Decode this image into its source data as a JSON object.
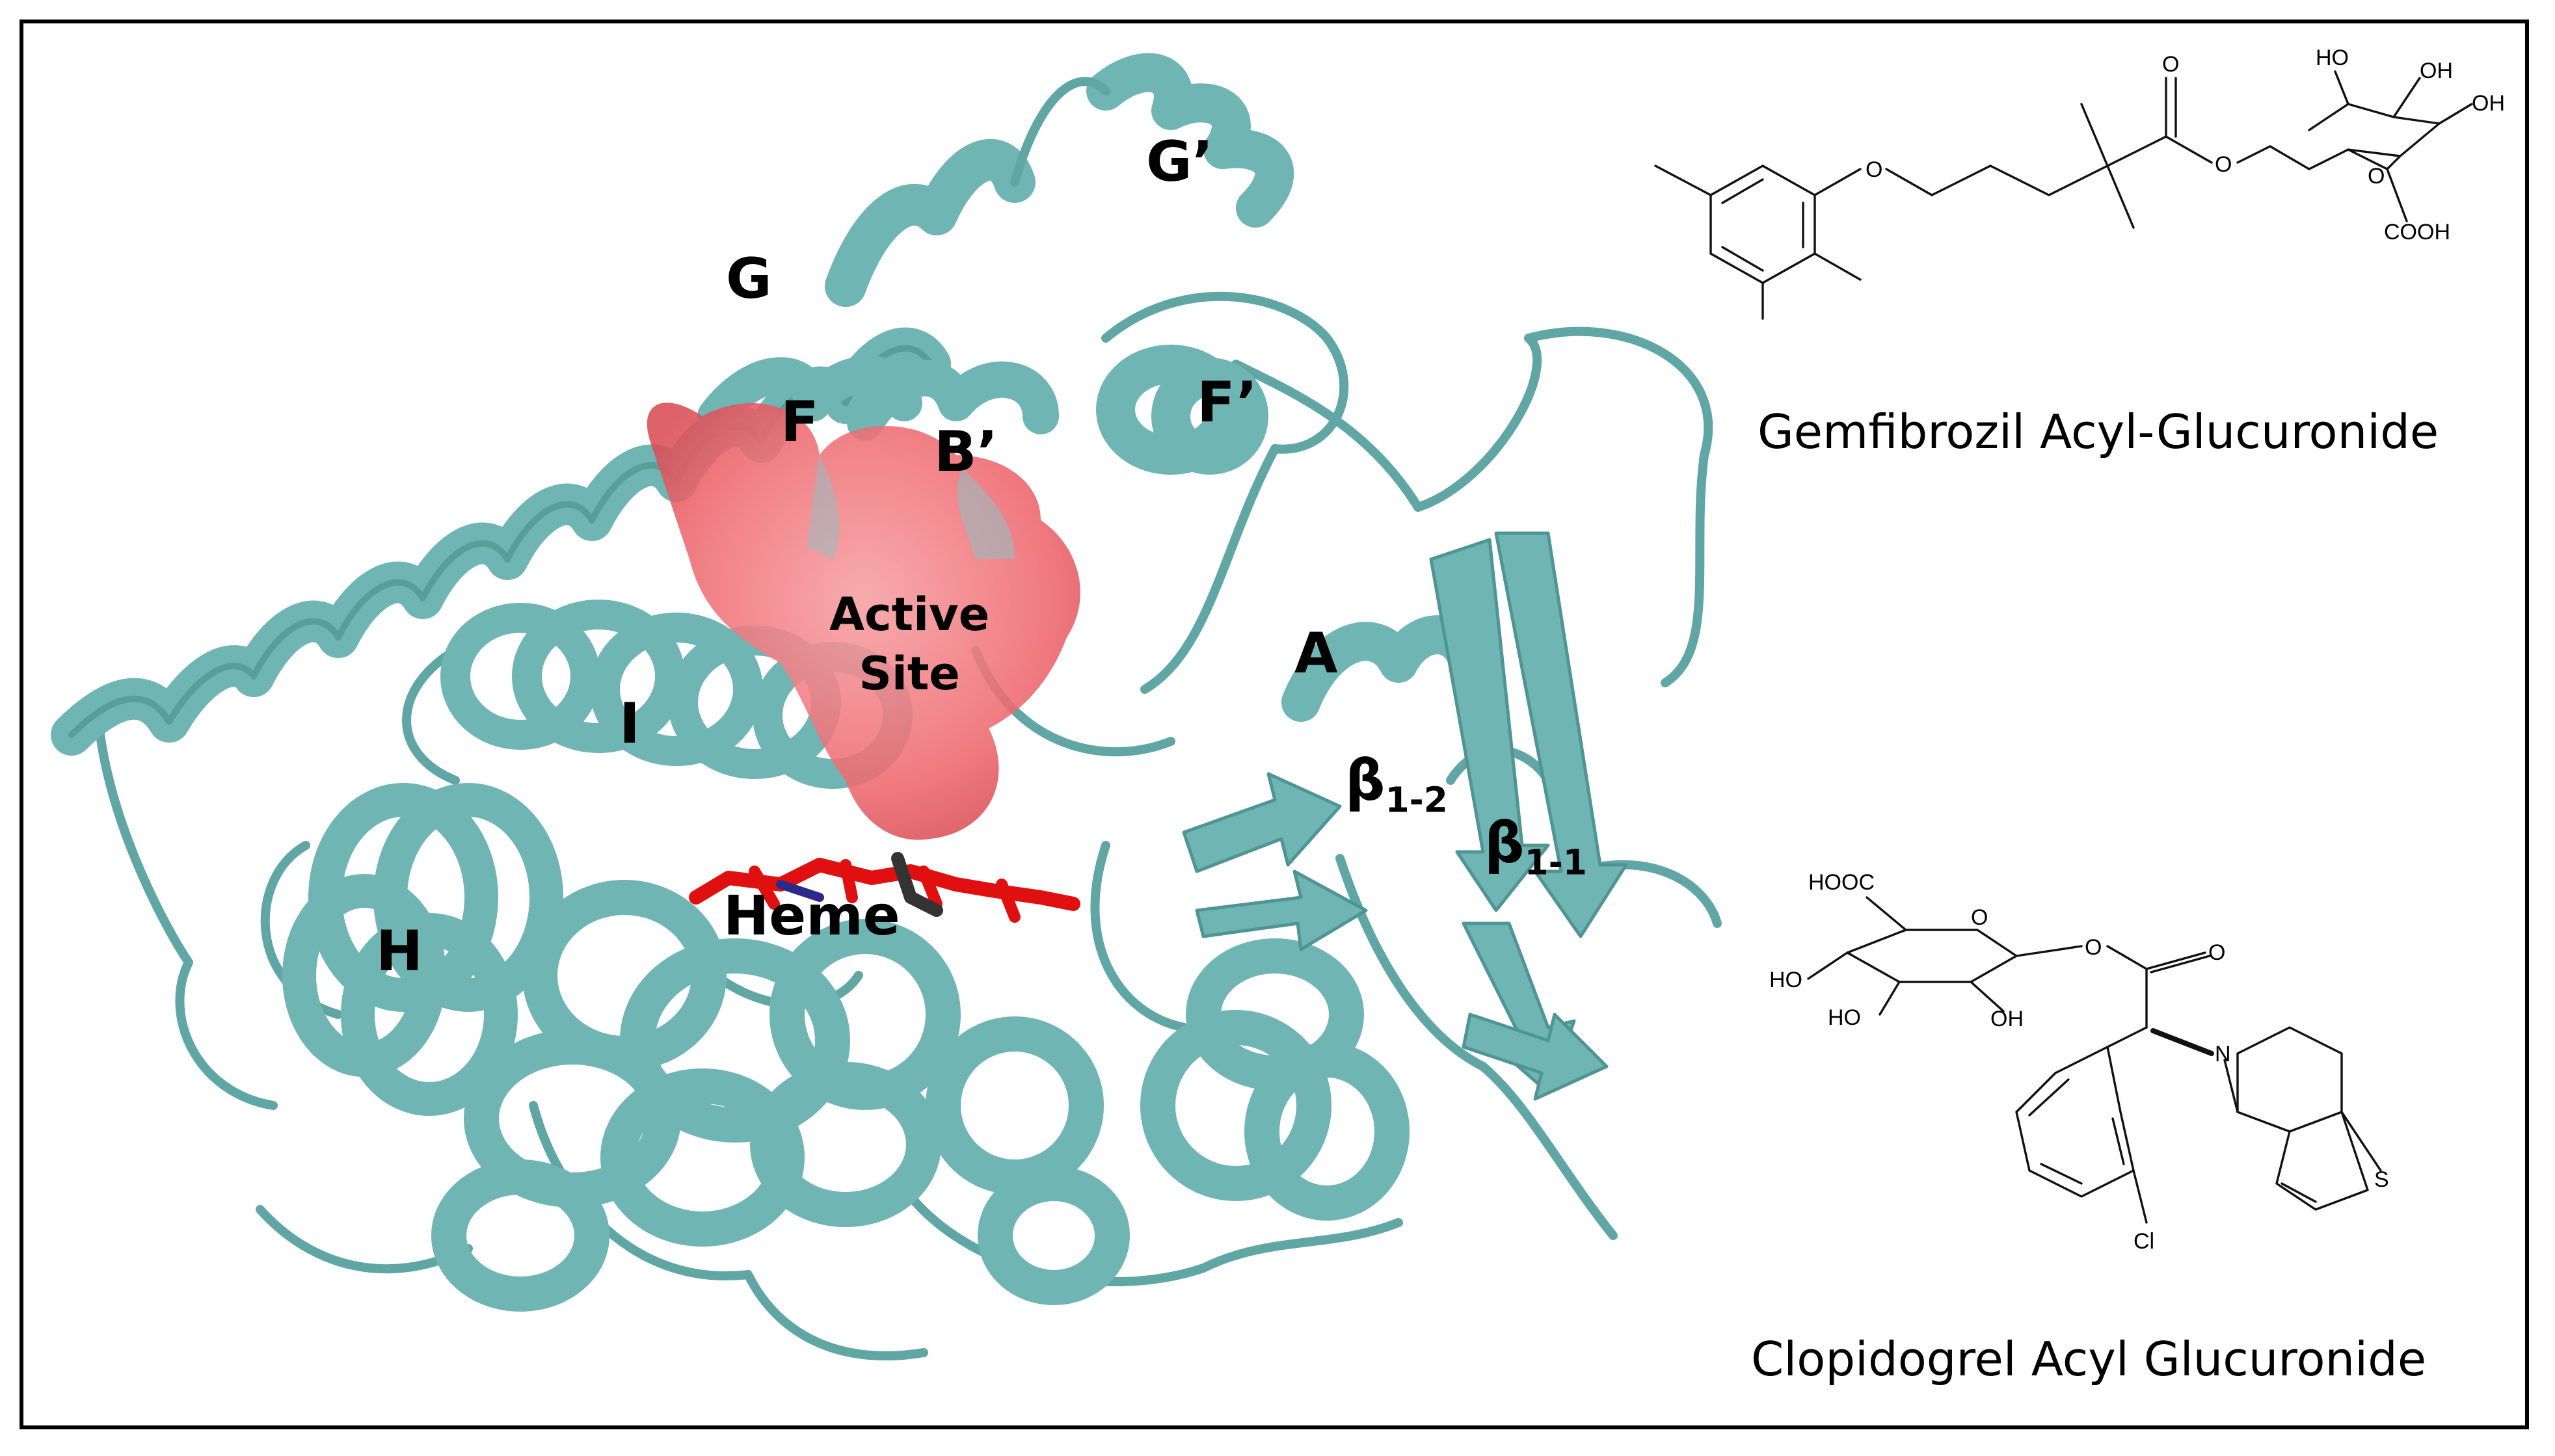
{
  "labels": {
    "g_prime": "G’",
    "g": "G",
    "f": "F",
    "b_prime": "B’",
    "f_prime": "F’",
    "active_site": [
      "Active",
      "Site"
    ],
    "a": "A",
    "i": "I",
    "beta_1_2": {
      "base": "β",
      "sub": "1-2"
    },
    "beta_1_1": {
      "base": "β",
      "sub": "1-1"
    },
    "heme": "Heme",
    "h": "H"
  },
  "captions": {
    "gemfibrozil": "Gemfibrozil Acyl-Glucuronide",
    "clopidogrel": "Clopidogrel Acyl Glucuronide"
  },
  "atoms": {
    "o": "O",
    "ho": "HO",
    "oh": "OH",
    "cooh": "COOH",
    "hooc": "HOOC",
    "n": "N",
    "s": "S",
    "cl": "Cl"
  },
  "colors": {
    "protein": "#6fb5b3",
    "protein_dark": "#4e9593",
    "active_site": "#ef6f74",
    "heme": "#e01010",
    "frame": "#000000"
  }
}
